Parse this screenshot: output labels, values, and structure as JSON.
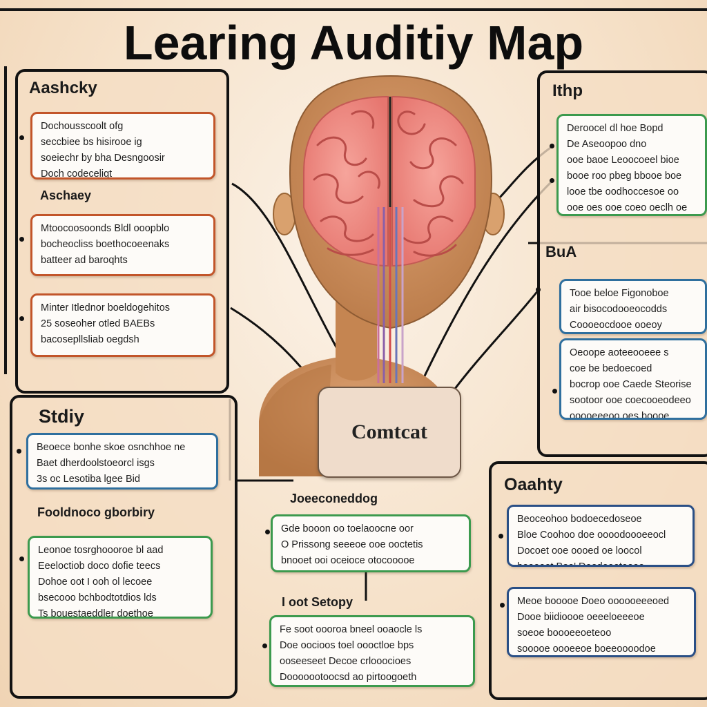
{
  "title": "Learing Auditiy Map",
  "center": {
    "label": "Comtcat"
  },
  "left_panel": {
    "heading": "Aashcky",
    "subheading": "Aschaey",
    "boxes": [
      "Dochousscoolt ofg\nseccbiee bs hisirooe ig\nsoeiechr by bha Desngoosir\nDoch codeceligt",
      "Mtoocoosoonds Bldl ooopblo\nbocheocliss boethocoeenaks\nbatteer ad baroqhts",
      "Minter Itlednor boeldogehitos\n25 soseoher otled BAEBs\nbacosepllsliab oegdsh"
    ]
  },
  "study_panel": {
    "heading": "Stdiy",
    "subheading": "Fooldnoco gborbiry",
    "boxes": [
      "Beoece bonhe skoe osnchhoe ne\nBaet dherdoolstoeorcl isgs\n3s oc Lesotiba lgee Bid",
      "Leonoe tosrghoooroe bl aad\nEeeloctiob doco dofie teecs\nDohoe oot I ooh ol lecoee\nbsecooo bchbodtotdios lds\nTs bouestaeddler doethoe"
    ]
  },
  "bottom_center": {
    "heading_1": "Joeeconeddog",
    "heading_2": "I oot Setopy",
    "boxes": [
      "Gde booon oo toelaoocne oor\nO Prissong seeeoe ooe ooctetis\nbnooet ooi oceioce otocooooe",
      "Fe soot oooroa bneel ooaocle ls\nDoe oocioos toel oooctloe bps\nooseeseet Decoe crlooocioes\nDooooootoocsd ao pirtoogoeth"
    ]
  },
  "right_top_panel": {
    "heading": "Ithp",
    "subheading": "BuA",
    "boxes": [
      "Deroocel dl hoe Bopd\nDe Aseoopoo dno\nooe baoe Leoocoeel bioe\nbooe roo pbeg bbooe boe\nlooe tbe oodhoccesoe oo\nooe oes ooe coeo oeclh oe",
      "Tooe beloe Figonoboe\nair bisocodooeocodds\nCoooeocdooe ooeoy",
      "Oeoope aoteeooeee s\ncoe be bedoecoed\nbocrop ooe Caede Steorise\nsootoor ooe coecooeodeeo\nooooeeeoo oes boooe"
    ]
  },
  "right_bottom_panel": {
    "heading": "Oaahty",
    "boxes": [
      "Beoceohoo bodoecedoseoe\nBloe Coohoo doe oooodoooeeocl\nDocoet ooe oooed oe loocol\nbooeoet Boo' Deodeooteooe",
      "Meoe booooe Doeo oooooeeeoed\nDooe biidioooe oeeeloeeeoe\nsoeoe boooeeoeteoo\nsooooe oooeeoe boeeoooodoe"
    ]
  },
  "colors": {
    "background": "#f4dcc0",
    "panel_border": "#121212",
    "brain": "#ee8c86",
    "skin": "#c98b58",
    "box_orange": "#c2552a",
    "box_blue": "#2f6f9e",
    "box_green": "#3c9a4e"
  },
  "icons": [
    "head-silhouette",
    "brain-illustration",
    "spinal-nerves"
  ]
}
